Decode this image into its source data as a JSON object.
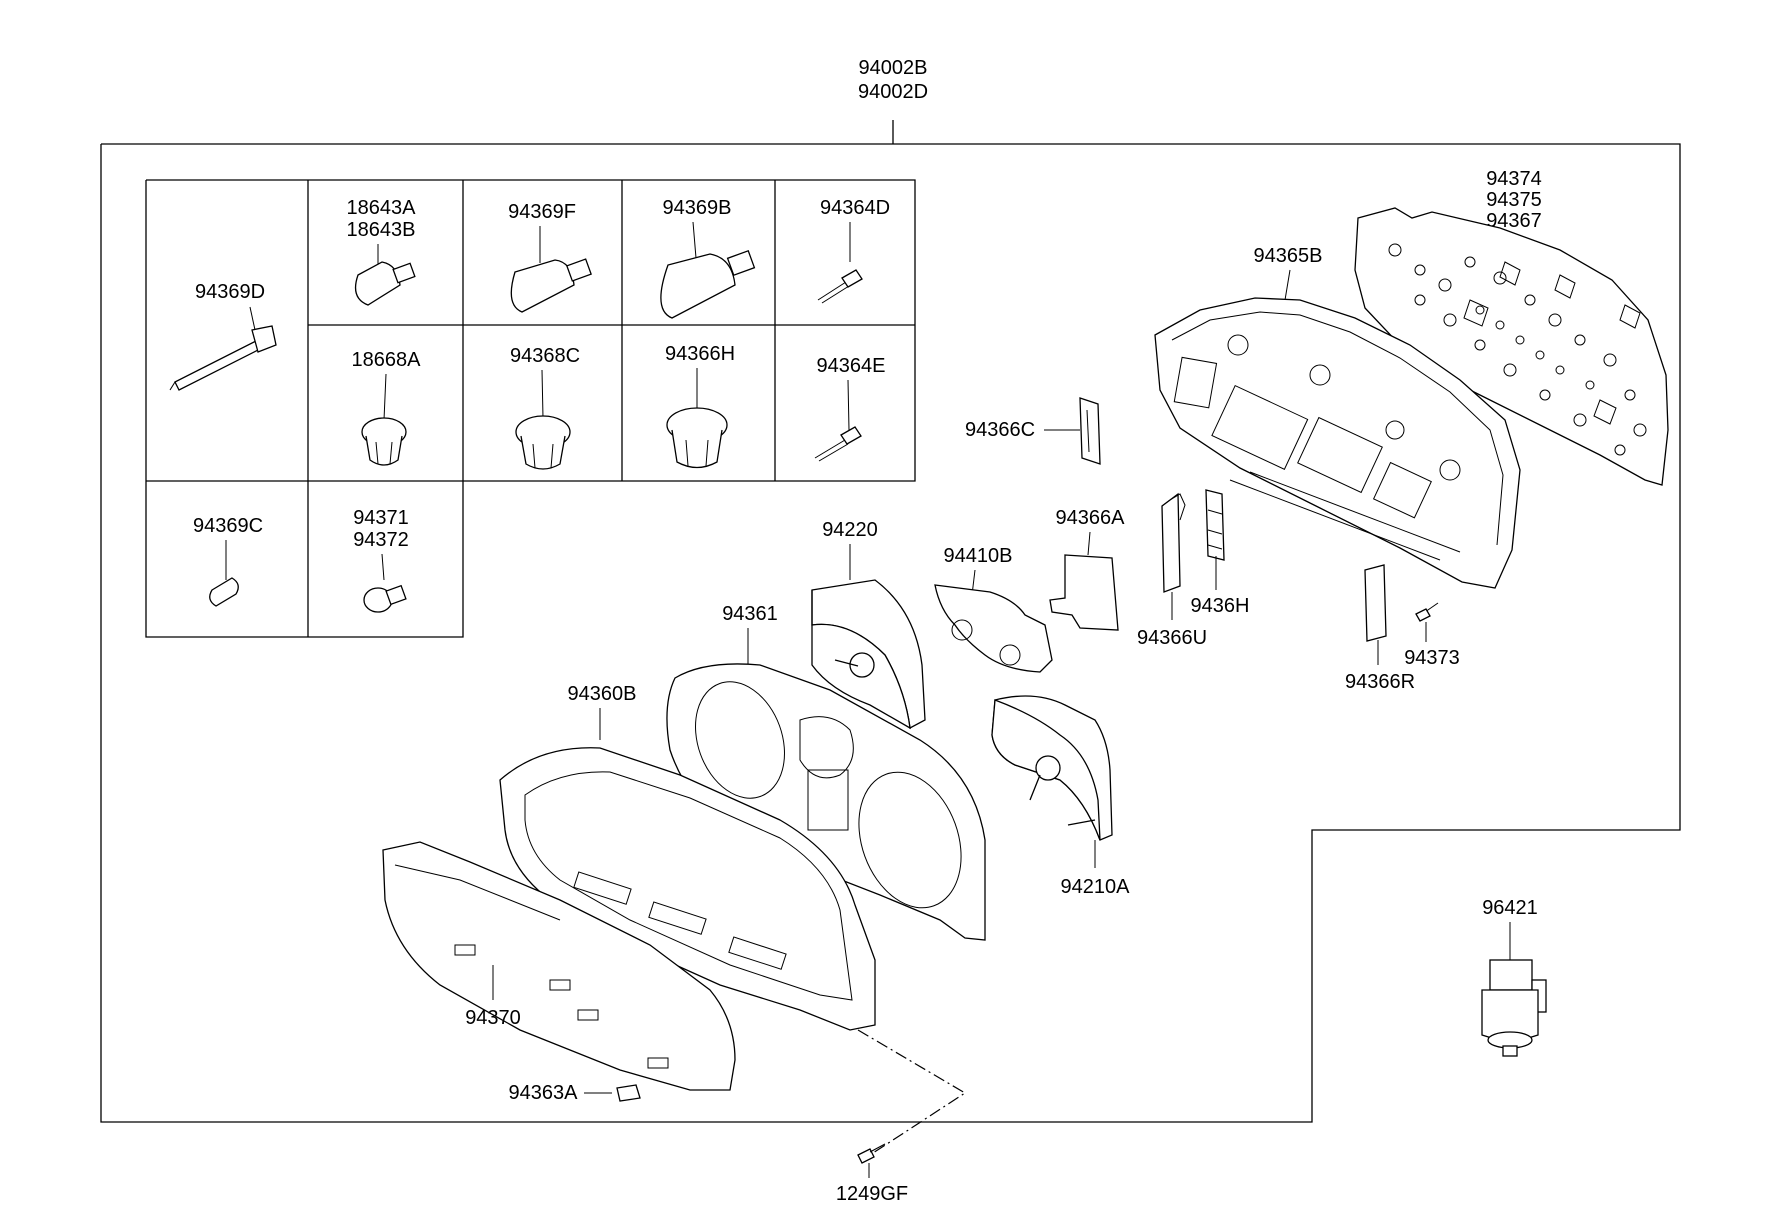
{
  "assembly": {
    "label_line1": "94002B",
    "label_line2": "94002D"
  },
  "grid_cells": {
    "c1": "94369D",
    "c2a": "18643A",
    "c2b": "18643B",
    "c3": "94369F",
    "c4": "94369B",
    "c5": "94364D",
    "c6": "18668A",
    "c7": "94368C",
    "c8": "94366H",
    "c9": "94364E",
    "c10": "94369C",
    "c11a": "94371",
    "c11b": "94372"
  },
  "parts": {
    "plate_1": "94374",
    "plate_2": "94375",
    "plate_3": "94367",
    "housing": "94365B",
    "p94366C": "94366C",
    "p94366A": "94366A",
    "p94366U": "94366U",
    "p9436H": "9436H",
    "p94373": "94373",
    "p94366R": "94366R",
    "p94220": "94220",
    "p94410B": "94410B",
    "p94361": "94361",
    "p94360B": "94360B",
    "p94210A": "94210A",
    "p94370": "94370",
    "p94363A": "94363A",
    "p1249GF": "1249GF",
    "p96421": "96421"
  }
}
